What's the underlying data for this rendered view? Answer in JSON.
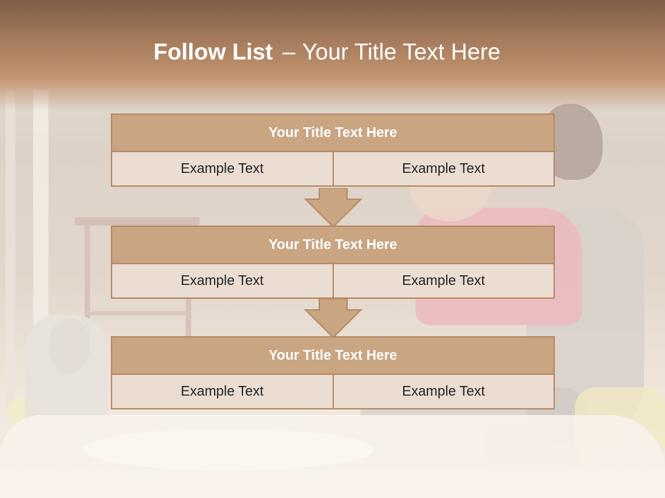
{
  "header": {
    "title_bold": "Follow List",
    "title_separator": "–",
    "title_rest": "Your Title Text Here"
  },
  "blocks": [
    {
      "title": "Your Title Text Here",
      "cells": [
        "Example Text",
        "Example Text"
      ]
    },
    {
      "title": "Your Title Text Here",
      "cells": [
        "Example Text",
        "Example Text"
      ]
    },
    {
      "title": "Your Title Text Here",
      "cells": [
        "Example Text",
        "Example Text"
      ]
    }
  ],
  "colors": {
    "header_brown": "#a47a5b",
    "block_title_fill": "#c9a582",
    "block_cell_fill": "#ecddd3",
    "border": "#b78a66"
  },
  "icons": [
    "down-arrow-icon",
    "down-arrow-icon"
  ]
}
